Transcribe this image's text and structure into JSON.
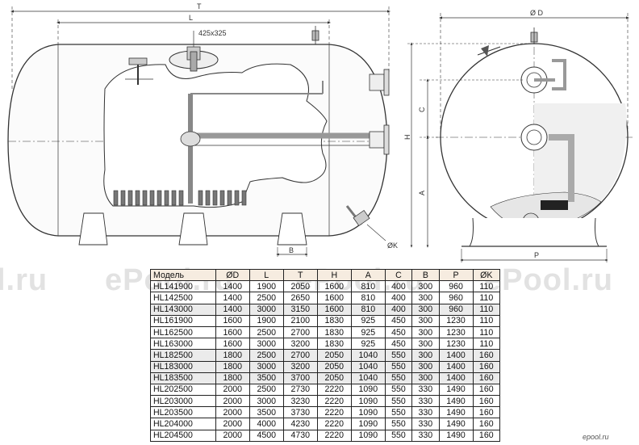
{
  "labels": {
    "T": "T",
    "L": "L",
    "manhole": "425x325",
    "B": "B",
    "K": "ØK",
    "D": "Ø D",
    "H": "H",
    "C": "C",
    "A": "A",
    "P": "P"
  },
  "watermarks": [
    "l.ru",
    "ePool.ru",
    "ePool.ru",
    "ePool.ru"
  ],
  "logo": "epool.ru",
  "table": {
    "headers": [
      "Модель",
      "ØD",
      "L",
      "T",
      "H",
      "A",
      "C",
      "B",
      "P",
      "ØK"
    ],
    "rows": [
      {
        "cells": [
          "HL141900",
          "1400",
          "1900",
          "2050",
          "1600",
          "810",
          "400",
          "300",
          "960",
          "110"
        ],
        "shaded": false
      },
      {
        "cells": [
          "HL142500",
          "1400",
          "2500",
          "2650",
          "1600",
          "810",
          "400",
          "300",
          "960",
          "110"
        ],
        "shaded": false
      },
      {
        "cells": [
          "HL143000",
          "1400",
          "3000",
          "3150",
          "1600",
          "810",
          "400",
          "300",
          "960",
          "110"
        ],
        "shaded": true
      },
      {
        "cells": [
          "HL161900",
          "1600",
          "1900",
          "2100",
          "1830",
          "925",
          "450",
          "300",
          "1230",
          "110"
        ],
        "shaded": false
      },
      {
        "cells": [
          "HL162500",
          "1600",
          "2500",
          "2700",
          "1830",
          "925",
          "450",
          "300",
          "1230",
          "110"
        ],
        "shaded": false
      },
      {
        "cells": [
          "HL163000",
          "1600",
          "3000",
          "3200",
          "1830",
          "925",
          "450",
          "300",
          "1230",
          "110"
        ],
        "shaded": false
      },
      {
        "cells": [
          "HL182500",
          "1800",
          "2500",
          "2700",
          "2050",
          "1040",
          "550",
          "300",
          "1400",
          "160"
        ],
        "shaded": true
      },
      {
        "cells": [
          "HL183000",
          "1800",
          "3000",
          "3200",
          "2050",
          "1040",
          "550",
          "300",
          "1400",
          "160"
        ],
        "shaded": true
      },
      {
        "cells": [
          "HL183500",
          "1800",
          "3500",
          "3700",
          "2050",
          "1040",
          "550",
          "300",
          "1400",
          "160"
        ],
        "shaded": true
      },
      {
        "cells": [
          "HL202500",
          "2000",
          "2500",
          "2730",
          "2220",
          "1090",
          "550",
          "330",
          "1490",
          "160"
        ],
        "shaded": false
      },
      {
        "cells": [
          "HL203000",
          "2000",
          "3000",
          "3230",
          "2220",
          "1090",
          "550",
          "330",
          "1490",
          "160"
        ],
        "shaded": false
      },
      {
        "cells": [
          "HL203500",
          "2000",
          "3500",
          "3730",
          "2220",
          "1090",
          "550",
          "330",
          "1490",
          "160"
        ],
        "shaded": false
      },
      {
        "cells": [
          "HL204000",
          "2000",
          "4000",
          "4230",
          "2220",
          "1090",
          "550",
          "330",
          "1490",
          "160"
        ],
        "shaded": false
      },
      {
        "cells": [
          "HL204500",
          "2000",
          "4500",
          "4730",
          "2220",
          "1090",
          "550",
          "330",
          "1490",
          "160"
        ],
        "shaded": false
      }
    ]
  }
}
